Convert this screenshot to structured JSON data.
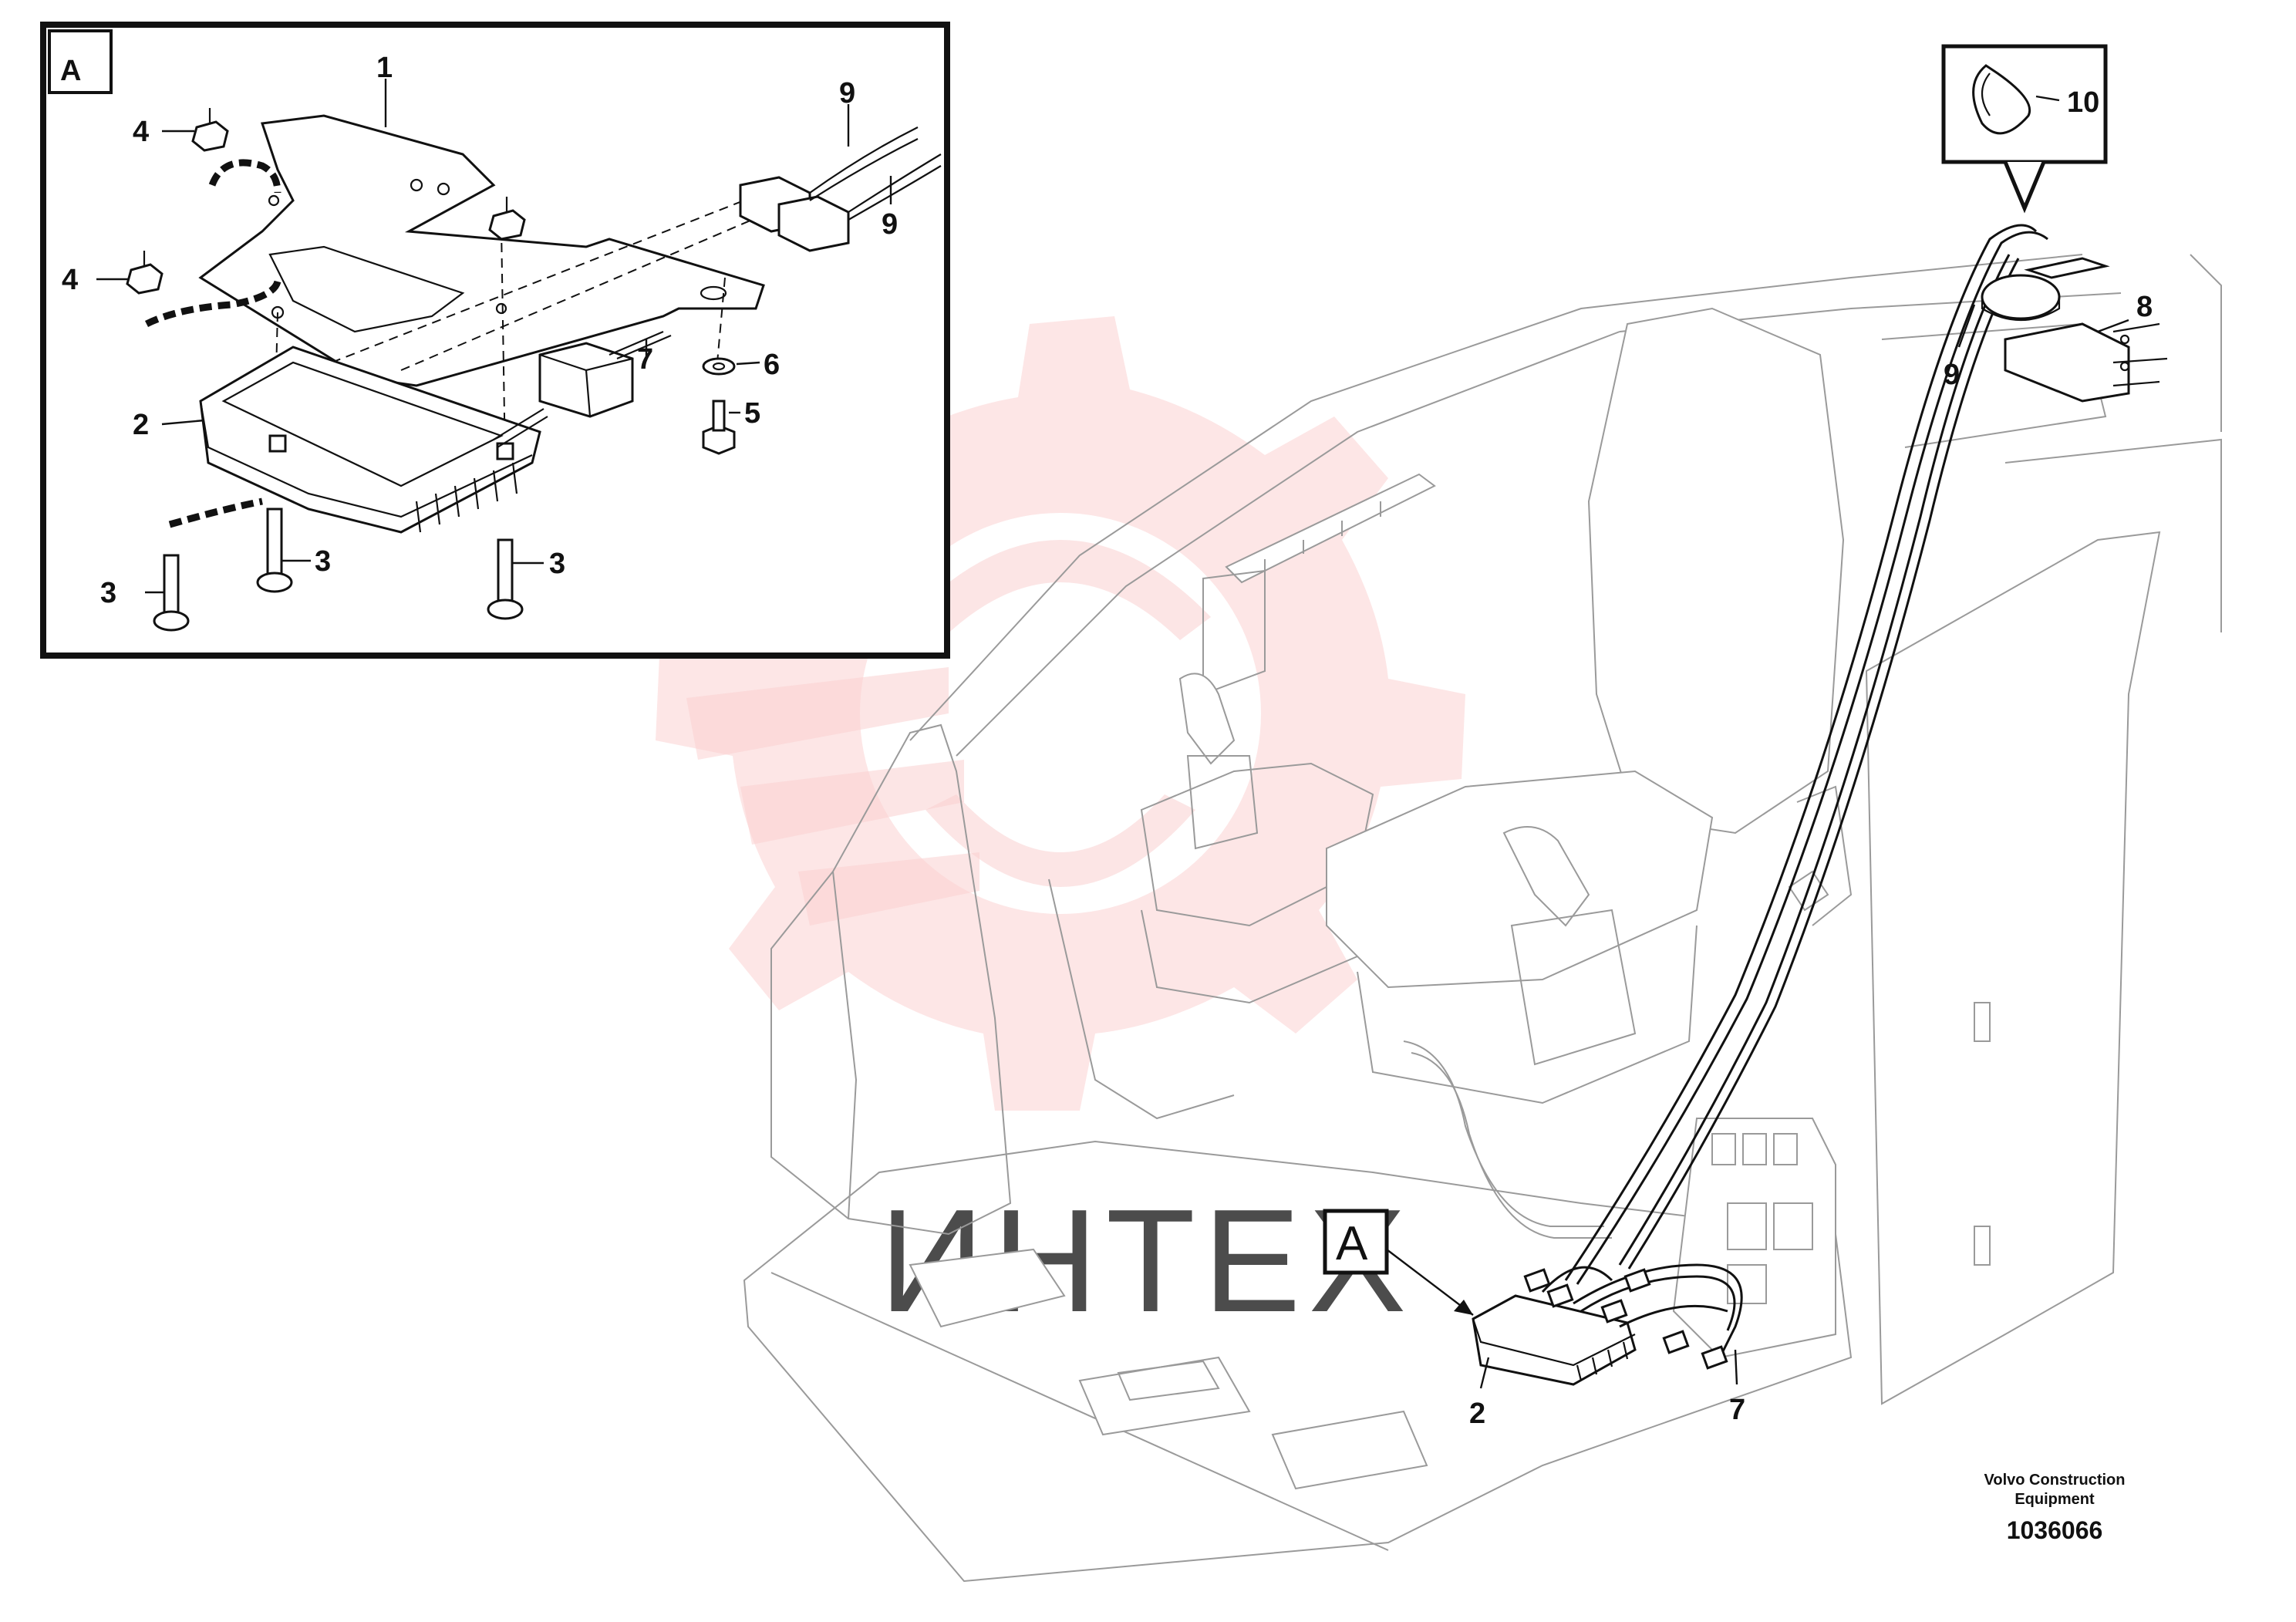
{
  "detail_view": {
    "label": "A",
    "callouts": {
      "c1": "1",
      "c2": "2",
      "c3a": "3",
      "c3b": "3",
      "c3c": "3",
      "c4a": "4",
      "c4b": "4",
      "c5": "5",
      "c6": "6",
      "c7": "7",
      "c9a": "9",
      "c9b": "9"
    }
  },
  "main_view": {
    "detail_reference_label": "A",
    "callouts": {
      "c2": "2",
      "c7": "7",
      "c8": "8",
      "c9": "9",
      "c10": "10"
    }
  },
  "watermark": {
    "text": "ИНТЕХ",
    "color": "#f5a3a3"
  },
  "footer": {
    "manufacturer_line1": "Volvo Construction",
    "manufacturer_line2": "Equipment",
    "drawing_number": "1036066"
  }
}
